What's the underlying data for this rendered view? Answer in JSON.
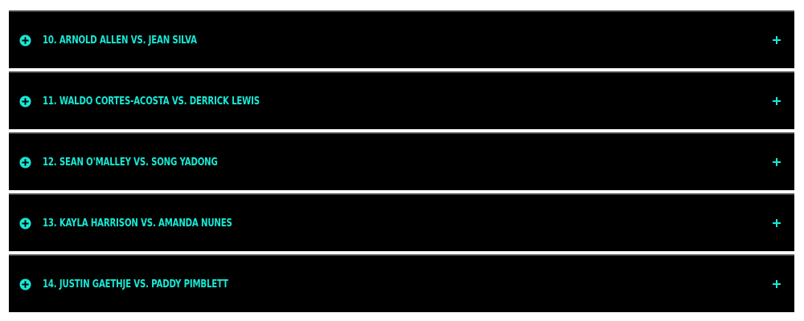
{
  "theme": {
    "accent": "#17e9d6",
    "background": "#000000"
  },
  "accordion": {
    "items": [
      {
        "title": "10. ARNOLD ALLEN VS. JEAN SILVA",
        "icon": "plus-circle-icon",
        "toggle": "+"
      },
      {
        "title": "11. WALDO CORTES-ACOSTA VS. DERRICK LEWIS",
        "icon": "plus-circle-icon",
        "toggle": "+"
      },
      {
        "title": "12. SEAN O'MALLEY VS. SONG YADONG",
        "icon": "plus-circle-icon",
        "toggle": "+"
      },
      {
        "title": "13. KAYLA HARRISON VS. AMANDA NUNES",
        "icon": "plus-circle-icon",
        "toggle": "+"
      },
      {
        "title": "14. JUSTIN GAETHJE VS. PADDY PIMBLETT",
        "icon": "plus-circle-icon",
        "toggle": "+"
      }
    ]
  }
}
